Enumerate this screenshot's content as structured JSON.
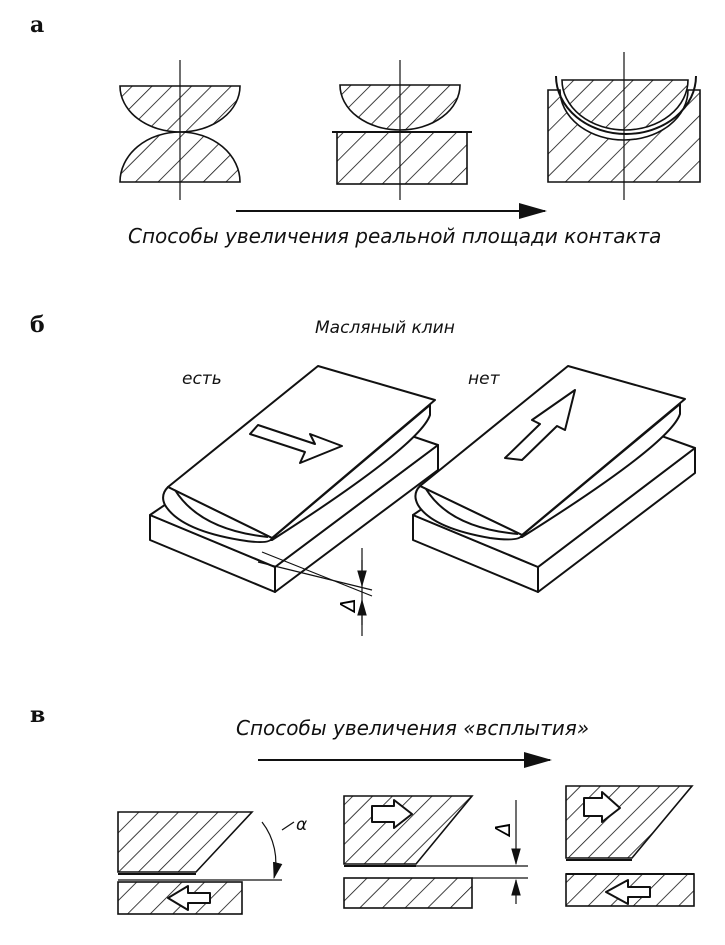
{
  "section_a": {
    "label": "а",
    "caption": "Способы увеличения реальной площади контакта"
  },
  "section_b": {
    "label": "б",
    "title": "Масляный клин",
    "left_label": "есть",
    "right_label": "нет",
    "gap_symbol": "Δ"
  },
  "section_c": {
    "label": "в",
    "caption": "Способы увеличения «всплытия»",
    "angle_symbol": "α",
    "gap_symbol": "Δ"
  }
}
